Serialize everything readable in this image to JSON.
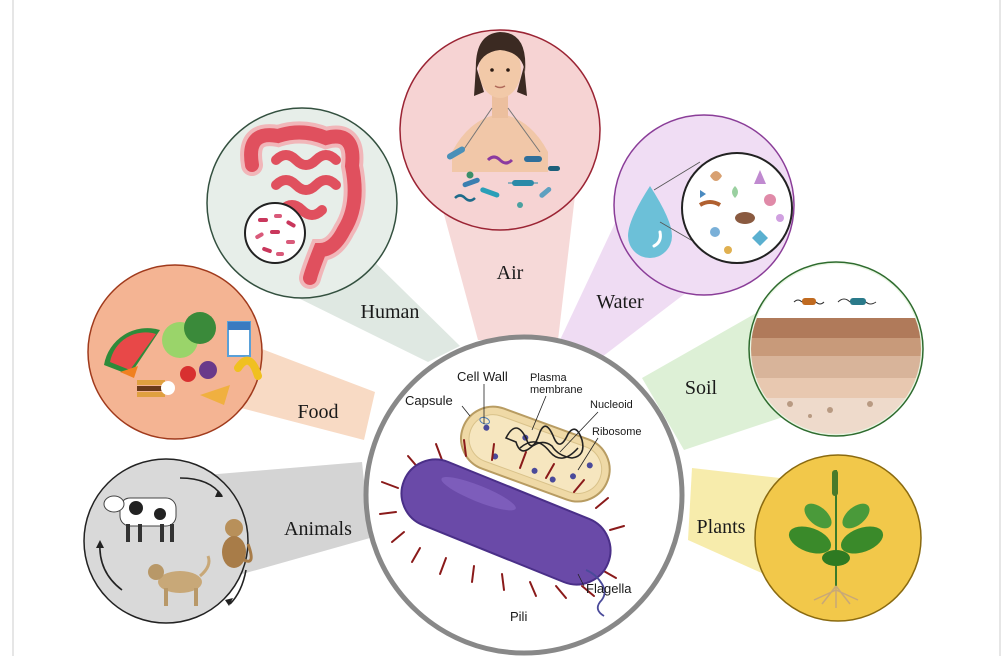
{
  "sources": {
    "human": {
      "label": "Human",
      "color": "#dfe8e2",
      "ring": "#33503f"
    },
    "air": {
      "label": "Air",
      "color": "#f6d9d8",
      "ring": "#9b2434"
    },
    "water": {
      "label": "Water",
      "color": "#efdcf3",
      "ring": "#8a3d98"
    },
    "soil": {
      "label": "Soil",
      "color": "#ddf0d6",
      "ring": "#2e6b2e"
    },
    "plants": {
      "label": "Plants",
      "color": "#f7ecac",
      "ring": "#8a6a10"
    },
    "animals": {
      "label": "Animals",
      "color": "#d4d4d4",
      "ring": "#222222"
    },
    "food": {
      "label": "Food",
      "color": "#f8dac4",
      "ring": "#a03a1c"
    }
  },
  "bacterium": {
    "cell_wall": "Cell Wall",
    "plasma_membrane_1": "Plasma",
    "plasma_membrane_2": "membrane",
    "capsule": "Capsule",
    "nucleoid": "Nucleoid",
    "ribosome": "Ribosome",
    "flagella": "Flagella",
    "pili": "Pili"
  }
}
